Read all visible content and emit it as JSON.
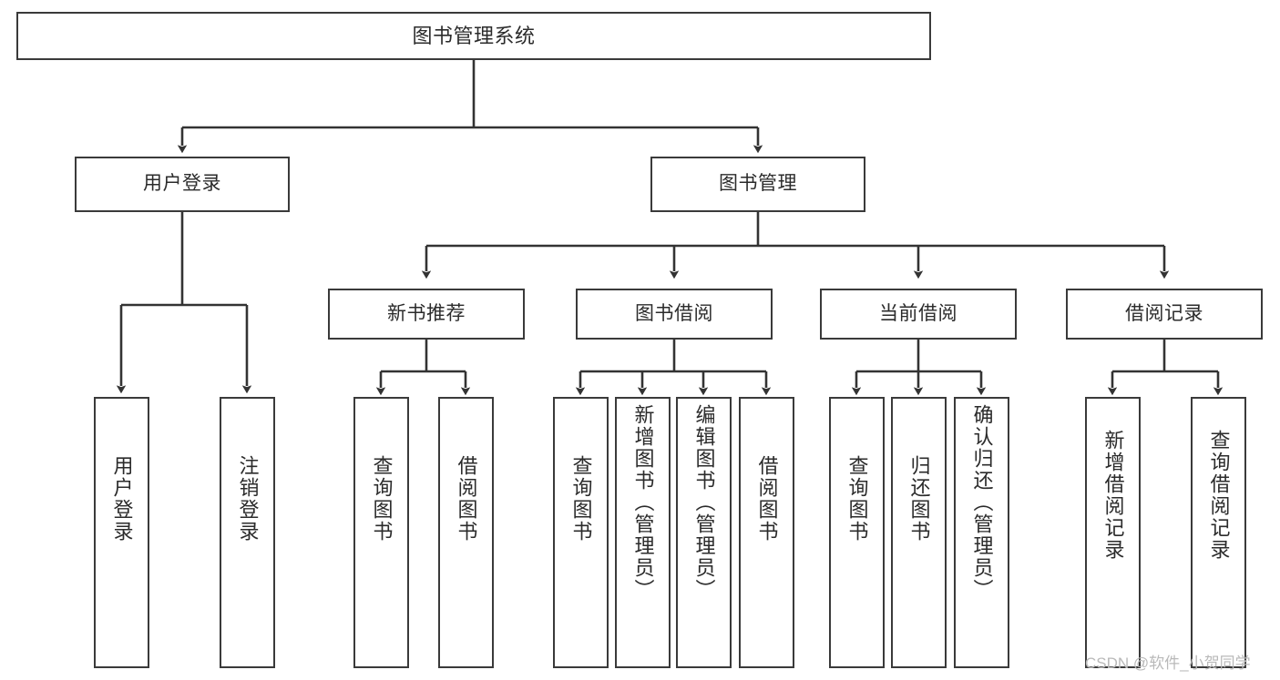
{
  "diagram": {
    "title": "图书管理系统",
    "type": "tree-hierarchy-chart",
    "line_color": "#3a3a3a",
    "box_fill": "#ffffff",
    "text_color": "#2b2b2b",
    "background": "#ffffff"
  },
  "watermark": {
    "text": "CSDN @软件_小贺同学",
    "color": "#b9b9b9"
  },
  "nodes": {
    "root": {
      "label": "图书管理系统"
    },
    "level1": [
      {
        "id": "user-login",
        "label": "用户登录"
      },
      {
        "id": "book-manage",
        "label": "图书管理"
      }
    ],
    "level2": [
      {
        "id": "new-book-recommend",
        "label": "新书推荐"
      },
      {
        "id": "book-borrow",
        "label": "图书借阅"
      },
      {
        "id": "current-borrow",
        "label": "当前借阅"
      },
      {
        "id": "borrow-record",
        "label": "借阅记录"
      }
    ],
    "leaves": {
      "user_login": [
        {
          "id": "leaf-user-login",
          "label": "用户登录"
        },
        {
          "id": "leaf-logout-login",
          "label": "注销登录"
        }
      ],
      "new_book_recommend": [
        {
          "id": "leaf-query-book-1",
          "label": "查询图书"
        },
        {
          "id": "leaf-borrow-book-1",
          "label": "借阅图书"
        }
      ],
      "book_borrow": [
        {
          "id": "leaf-query-book-2",
          "label": "查询图书"
        },
        {
          "id": "leaf-add-book",
          "label": "新增图书（管理员）"
        },
        {
          "id": "leaf-edit-book",
          "label": "编辑图书（管理员）"
        },
        {
          "id": "leaf-borrow-book-2",
          "label": "借阅图书"
        }
      ],
      "current_borrow": [
        {
          "id": "leaf-query-book-3",
          "label": "查询图书"
        },
        {
          "id": "leaf-return-book",
          "label": "归还图书"
        },
        {
          "id": "leaf-confirm-return",
          "label": "确认归还（管理员）"
        }
      ],
      "borrow_record": [
        {
          "id": "leaf-add-record",
          "label": "新增借阅记录"
        },
        {
          "id": "leaf-query-record",
          "label": "查询借阅记录"
        }
      ]
    }
  }
}
